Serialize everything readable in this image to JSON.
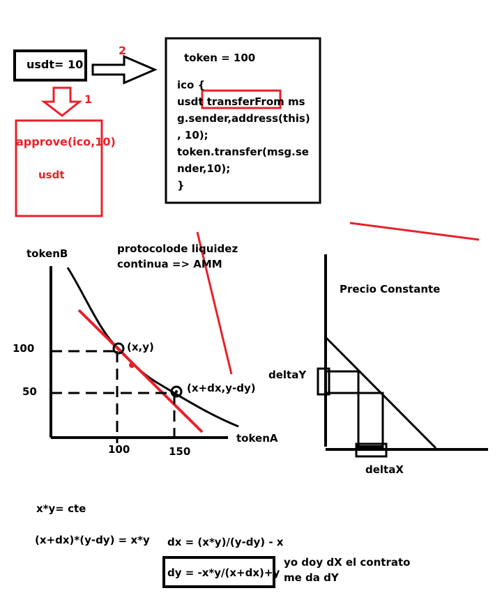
{
  "top": {
    "usdt_box_label": "usdt= 10",
    "approve_text": "approve(ico,10)",
    "usdt_label": "usdt",
    "step_1": "1",
    "step_2": "2",
    "token_header": "token = 100",
    "code_lines": [
      "ico {",
      "usdt transferFrom ms",
      "g.sender,address(this)",
      ", 10);",
      "token.transfer(msg.se",
      "nder,10);",
      "}"
    ],
    "code_line_2_prefix": "usdt ",
    "code_line_2_highlight": "transferFrom",
    "code_line_2_suffix": " ms"
  },
  "left_graph": {
    "y_axis_label": "tokenB",
    "x_axis_label": "tokenA",
    "title_line_1": "protocolode liquidez",
    "title_line_2": "continua => AMM",
    "y_tick_100": "100",
    "y_tick_50": "50",
    "x_tick_100": "100",
    "x_tick_150": "150",
    "point_1": "(x,y)",
    "point_2": "(x+dx,y-dy)"
  },
  "right_graph": {
    "title": "Precio Constante",
    "delta_y": "deltaY",
    "delta_x": "deltaX"
  },
  "formulas": {
    "invariant": "x*y= cte",
    "product": "(x+dx)*(y-dy) = x*y",
    "dx": "dx = (x*y)/(y-dy) - x",
    "dy": "dy = -x*y/(x+dx)+y",
    "note_line_1": "yo doy dX el contrato",
    "note_line_2": "me da dY"
  },
  "colors": {
    "ink": "#000000",
    "accent_red": "#e8202a"
  }
}
